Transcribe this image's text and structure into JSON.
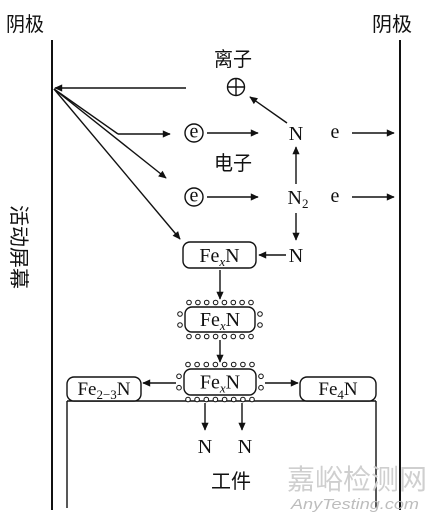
{
  "diagram": {
    "cathode_left": "阴极",
    "cathode_right": "阴极",
    "active_screen": "活动屏幕",
    "ion_label": "离子",
    "ion_icon": "positive-ion-icon",
    "electron_label": "电子",
    "row1": {
      "electron_symbol": "e",
      "nitrogen": "N",
      "electron": "e"
    },
    "row2": {
      "electron_symbol": "e",
      "nitrogen_molecule": {
        "base": "N",
        "sub": "2"
      },
      "electron": "e"
    },
    "nitrogen_atom": "N",
    "nitride_boxes": [
      {
        "base": "Fe",
        "sub": "x",
        "tail": "N"
      },
      {
        "base": "Fe",
        "sub": "x",
        "tail": "N"
      },
      {
        "base": "Fe",
        "sub": "x",
        "tail": "N"
      }
    ],
    "nitride_left": {
      "base": "Fe",
      "sub": "2−3",
      "tail": "N"
    },
    "nitride_right": {
      "base": "Fe",
      "sub": "4",
      "tail": "N"
    },
    "diffusing_nitrogen": [
      "N",
      "N"
    ],
    "workpiece": "工件"
  },
  "watermark": {
    "name": "嘉峪检测网",
    "url": "AnyTesting.com"
  },
  "colors": {
    "ink": "#111111",
    "watermark_name": "#cfcfcf",
    "watermark_url": "#bdbdbd"
  }
}
